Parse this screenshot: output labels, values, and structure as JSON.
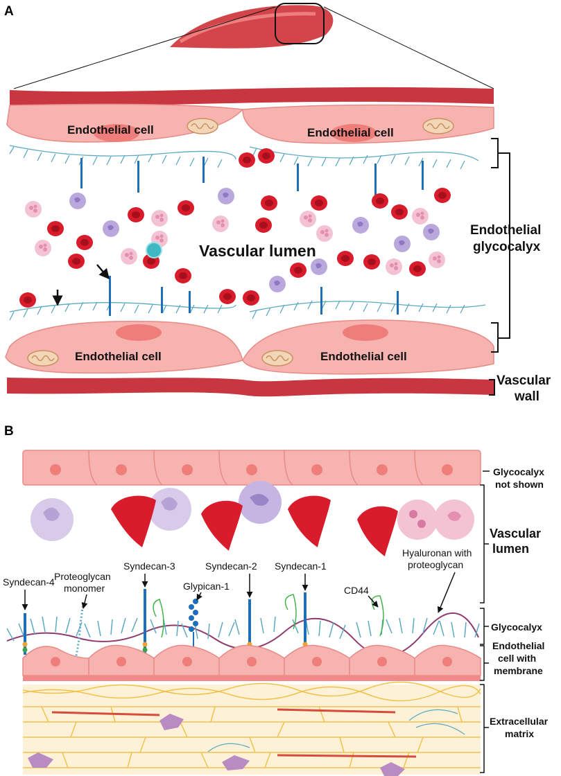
{
  "panel_a": {
    "label": "A",
    "cell_labels": [
      "Endothelial cell",
      "Endothelial cell",
      "Endothelial cell",
      "Endothelial cell"
    ],
    "lumen_label": "Vascular lumen",
    "glycocalyx_label_1": "Endothelial",
    "glycocalyx_label_2": "glycocalyx",
    "wall_label_1": "Vascular",
    "wall_label_2": "wall"
  },
  "panel_b": {
    "label": "B",
    "right_labels": {
      "not_shown_1": "Glycocalyx",
      "not_shown_2": "not shown",
      "lumen_1": "Vascular",
      "lumen_2": "lumen",
      "glycocalyx": "Glycocalyx",
      "endo_1": "Endothelial",
      "endo_2": "cell with",
      "endo_3": "membrane",
      "ecm_1": "Extracellular",
      "ecm_2": "matrix"
    },
    "molecules": {
      "syndecan4": "Syndecan-4",
      "proteoglycan_1": "Proteoglycan",
      "proteoglycan_2": "monomer",
      "syndecan3": "Syndecan-3",
      "glypican1": "Glypican-1",
      "syndecan2": "Syndecan-2",
      "syndecan1": "Syndecan-1",
      "cd44": "CD44",
      "hyaluronan_1": "Hyaluronan with",
      "hyaluronan_2": "proteoglycan"
    }
  },
  "colors": {
    "vessel_wall": "#c8373f",
    "endothelial_cell": "#f6b3b0",
    "nucleus": "#ef7e7a",
    "rbc": "#d81c2b",
    "leukocyte": "#b9a8dc",
    "monocyte": "#3fb8c4",
    "glycocalyx_branch": "#5ba9c2",
    "syndecan": "#1f6fb8",
    "cd44": "#43b34a",
    "ecm_fiber": "#f0c24a",
    "ecm_bg": "#fdf2d8"
  },
  "icons": [
    "mitochondrion-icon",
    "red-blood-cell-icon",
    "leukocyte-icon",
    "monocyte-icon",
    "arrow-icon",
    "bracket-icon"
  ]
}
